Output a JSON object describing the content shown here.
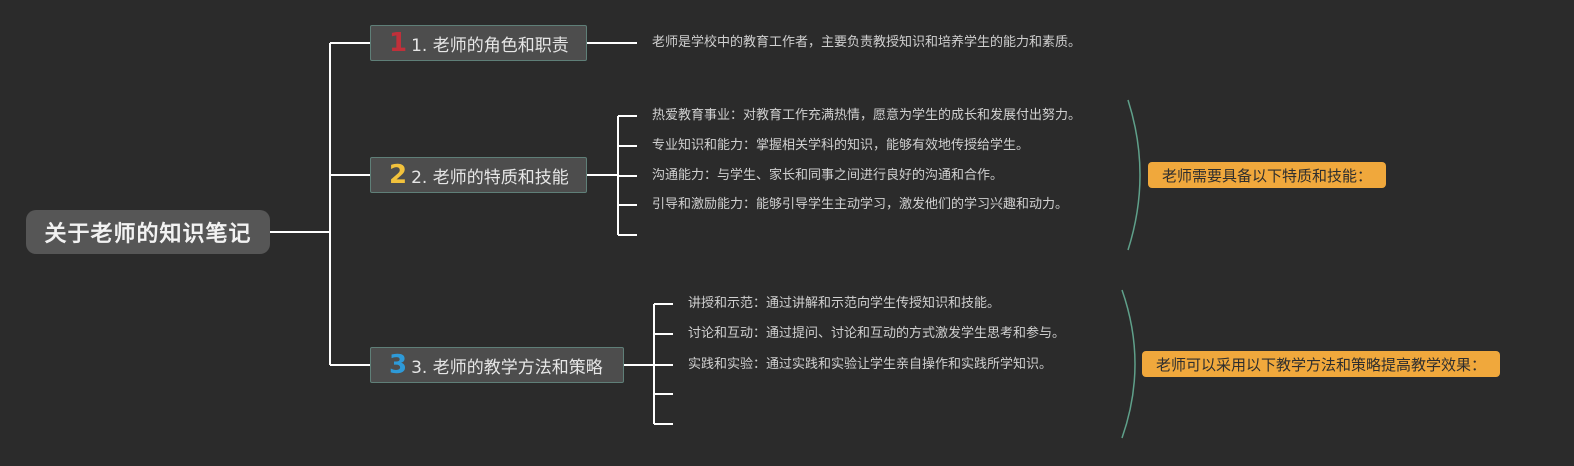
{
  "root": {
    "title": "关于老师的知识笔记"
  },
  "branches": [
    {
      "number": "1",
      "label": "1. 老师的角色和职责",
      "number_color": "#c0303a"
    },
    {
      "number": "2",
      "label": "2. 老师的特质和技能",
      "number_color": "#f2c23c"
    },
    {
      "number": "3",
      "label": "3. 老师的教学方法和策略",
      "number_color": "#2e9ad8"
    }
  ],
  "branch1_leaves": [
    "老师是学校中的教育工作者，主要负责教授知识和培养学生的能力和素质。"
  ],
  "branch2_leaves": [
    "热爱教育事业：对教育工作充满热情，愿意为学生的成长和发展付出努力。",
    "专业知识和能力：掌握相关学科的知识，能够有效地传授给学生。",
    "沟通能力：与学生、家长和同事之间进行良好的沟通和合作。",
    "引导和激励能力：能够引导学生主动学习，激发他们的学习兴趣和动力。"
  ],
  "branch3_leaves": [
    "讲授和示范：通过讲解和示范向学生传授知识和技能。",
    "讨论和互动：通过提问、讨论和互动的方式激发学生思考和参与。",
    "实践和实验：通过实践和实验让学生亲自操作和实践所学知识。"
  ],
  "summaries": [
    "老师需要具备以下特质和技能：",
    "老师可以采用以下教学方法和策略提高教学效果："
  ],
  "colors": {
    "background": "#2b2b2b",
    "connector": "#ffffff",
    "bracket": "#5fa08a",
    "summary_bg": "#f0a83c"
  }
}
